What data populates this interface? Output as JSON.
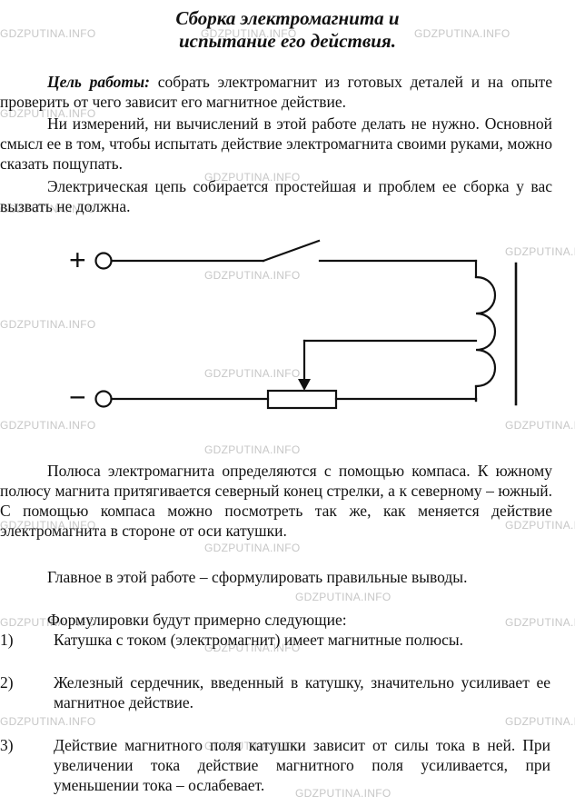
{
  "page": {
    "title_line1": "Сборка электромагнита и",
    "title_line2": "испытание его действия.",
    "goal_lead": "Цель работы:",
    "goal_text": " собрать электромагнит из готовых деталей и на опыте проверить от чего зависит его магнитное действие.",
    "para_no_measure": "Ни измерений, ни вычислений в этой работе делать не нужно. Основной смысл ее в том, чтобы испытать действие электромагнита своими руками, можно сказать пощупать.",
    "para_circuit": "Электрическая цепь собирается простейшая и проблем ее сборка у вас вызвать не должна.",
    "para_poles": "Полюса электромагнита определяются с помощью компаса. К южному полюсу магнита притягивается северный конец стрелки, а к северному – южный. С помощью компаса можно посмотреть так же, как меняется действие электромагнита в стороне от оси катушки.",
    "para_main": "Главное в этой работе – сформулировать правильные выводы.",
    "para_formulations": "Формулировки будут примерно следующие:",
    "conclusions": [
      {
        "num": "1)",
        "text": "Катушка с током (электромагнит) имеет магнитные полюсы."
      },
      {
        "num": "2)",
        "text": "Железный сердечник, введенный в катушку, значительно усиливает ее магнитное действие."
      },
      {
        "num": "3)",
        "text": "Действие магнитного поля катушки зависит от силы тока в ней. При увеличении тока действие магнитного поля усиливается, при уменьшении тока – ослабевает."
      }
    ]
  },
  "diagram": {
    "plus_label": "+",
    "minus_label": "−"
  },
  "watermark": {
    "text": "GDZPUTINA.INFO"
  }
}
